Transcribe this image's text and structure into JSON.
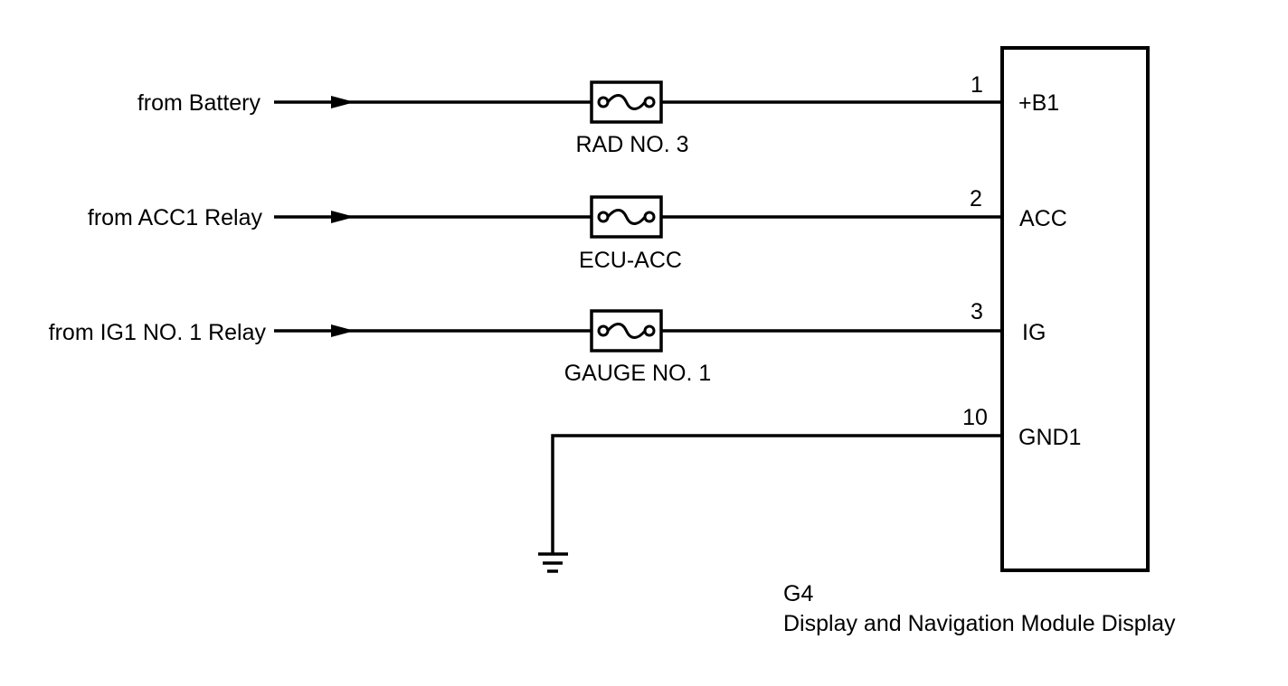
{
  "inputs": [
    {
      "source": "from Battery",
      "fuse": "RAD NO. 3",
      "pin": "1",
      "terminal": "+B1"
    },
    {
      "source": "from ACC1 Relay",
      "fuse": "ECU-ACC",
      "pin": "2",
      "terminal": "ACC"
    },
    {
      "source": "from IG1 NO. 1 Relay",
      "fuse": "GAUGE NO. 1",
      "pin": "3",
      "terminal": "IG"
    }
  ],
  "ground": {
    "pin": "10",
    "terminal": "GND1"
  },
  "module": {
    "code": "G4",
    "name": "Display and Navigation Module Display"
  }
}
